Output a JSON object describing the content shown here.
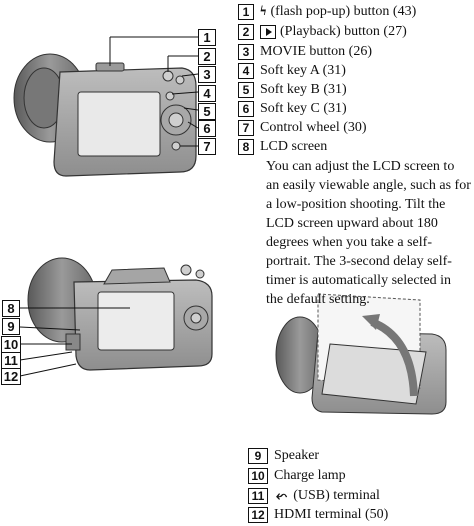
{
  "items_top": [
    {
      "num": "1",
      "icon": "flash-icon",
      "glyph": "ϟ",
      "text": "(flash pop-up) button (43)"
    },
    {
      "num": "2",
      "icon": "playback-icon",
      "text": "(Playback) button (27)"
    },
    {
      "num": "3",
      "text": "MOVIE button (26)"
    },
    {
      "num": "4",
      "text": "Soft key A (31)"
    },
    {
      "num": "5",
      "text": "Soft key B (31)"
    },
    {
      "num": "6",
      "text": "Soft key C (31)"
    },
    {
      "num": "7",
      "text": "Control wheel (30)"
    },
    {
      "num": "8",
      "text": "LCD screen"
    }
  ],
  "lcd_description": "You can adjust the LCD screen to an easily viewable angle, such as for a low-position shooting. Tilt the LCD screen upward about 180 degrees when you take a self-portrait. The 3-second delay self-timer is automatically selected in the default setting.",
  "items_bottom": [
    {
      "num": "9",
      "text": "Speaker"
    },
    {
      "num": "10",
      "text": "Charge lamp"
    },
    {
      "num": "11",
      "icon": "usb-icon",
      "glyph": "⬿",
      "text": "(USB) terminal"
    },
    {
      "num": "12",
      "text": "HDMI terminal (50)"
    }
  ],
  "callouts_top": [
    "1",
    "2",
    "3",
    "4",
    "5",
    "6",
    "7"
  ],
  "callouts_bottom": [
    "8",
    "9",
    "10",
    "11",
    "12"
  ]
}
